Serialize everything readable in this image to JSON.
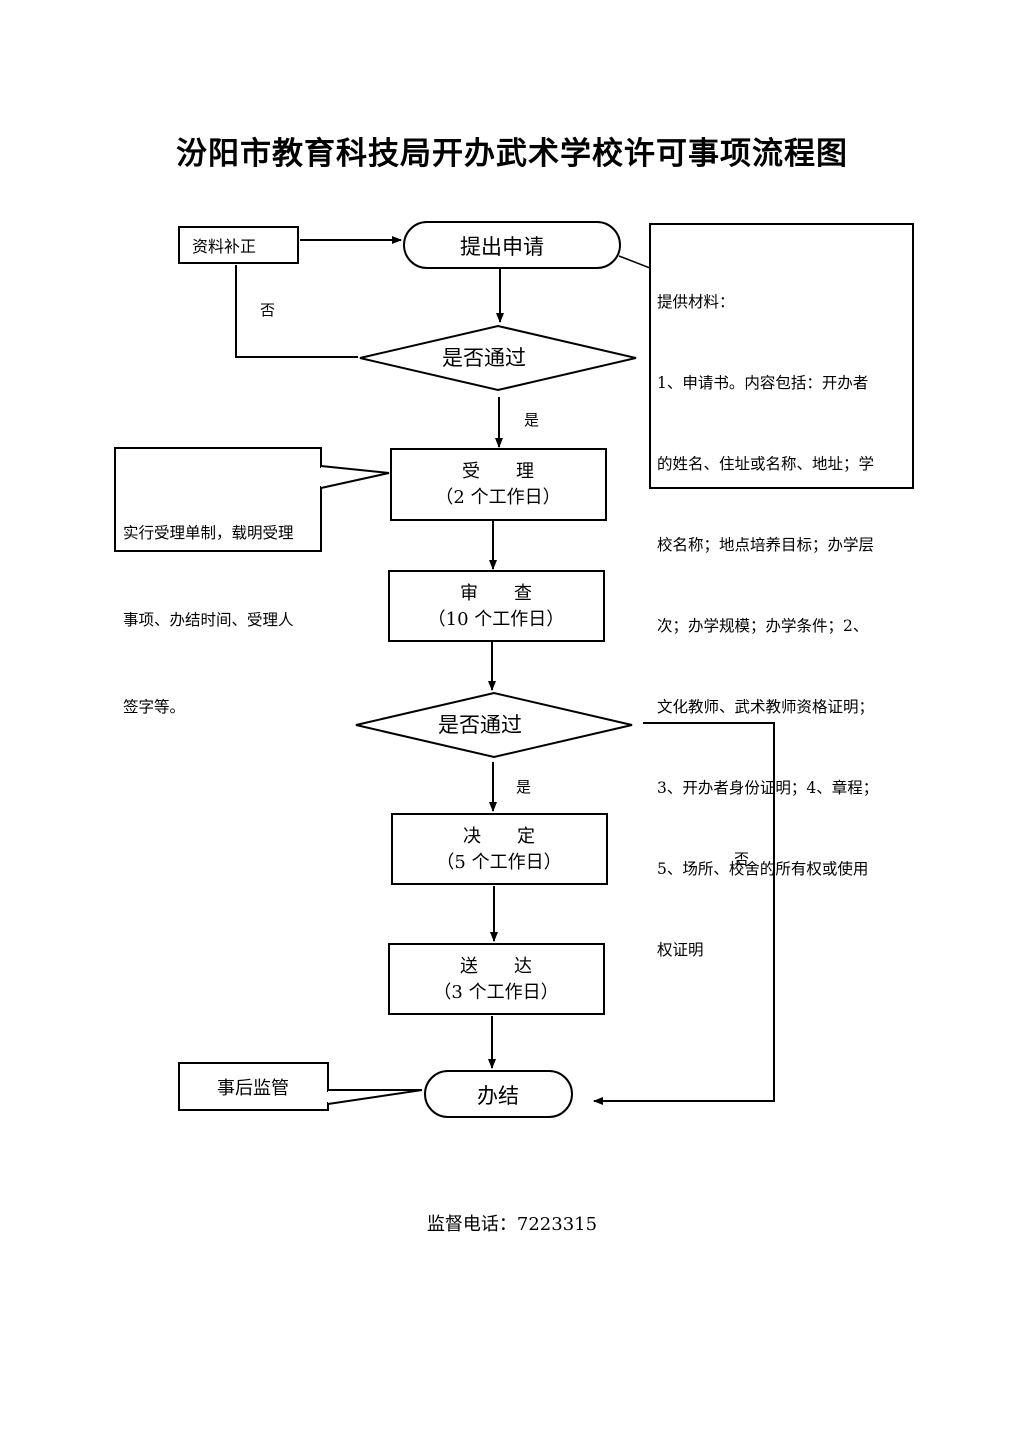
{
  "title": "汾阳市教育科技局开办武术学校许可事项流程图",
  "nodes": {
    "supplement": "资料补正",
    "apply": "提出申请",
    "check1": "是否通过",
    "accept_name": "受　　理",
    "accept_days": "（2 个工作日）",
    "review_name": "审　　查",
    "review_days": "（10 个工作日）",
    "check2": "是否通过",
    "decide_name": "决　　定",
    "decide_days": "（5 个工作日）",
    "deliver_name": "送　　达",
    "deliver_days": "（3 个工作日）",
    "finish": "办结",
    "supervise": "事后监管"
  },
  "edge_labels": {
    "no1": "否",
    "yes1": "是",
    "yes2": "是",
    "no2": "否"
  },
  "notes": {
    "materials": [
      "提供材料：",
      "1、申请书。内容包括：开办者",
      "的姓名、住址或名称、地址；学",
      "校名称；地点培养目标；办学层",
      "次；办学规模；办学条件；2、",
      "文化教师、武术教师资格证明；",
      "3、开办者身份证明；4、章程；",
      "5、场所、校舍的所有权或使用",
      "权证明"
    ],
    "acceptance": [
      "实行受理单制，载明受理",
      "事项、办结时间、受理人",
      "签字等。"
    ]
  },
  "footer": "监督电话：7223315"
}
